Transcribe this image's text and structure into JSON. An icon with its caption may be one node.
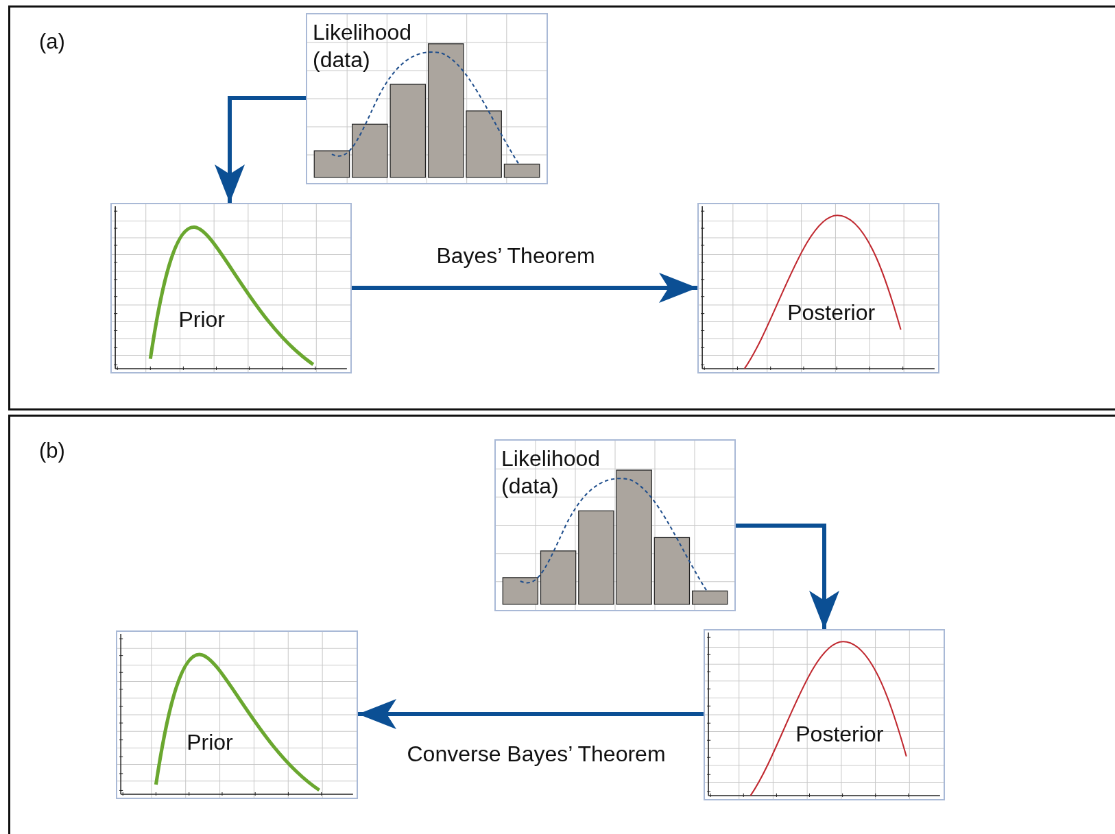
{
  "diagram": {
    "nodes": [
      {
        "text": [
          "(a)"
        ]
      },
      {
        "text": [
          "Likelihood (data)"
        ],
        "in": 0
      },
      {
        "text": [
          "Prior"
        ],
        "in": 0
      },
      {
        "text": [
          "Posterior"
        ],
        "in": 0
      },
      {
        "text": [
          "(b)"
        ]
      },
      {
        "text": [
          "Likelihood (data)"
        ],
        "in": 4
      },
      {
        "text": [
          "Prior"
        ],
        "in": 4
      },
      {
        "text": [
          "Posterior"
        ],
        "in": 4
      }
    ],
    "edges": [
      {
        "from": 1,
        "to": 2,
        "arrow": "to"
      },
      {
        "from": 2,
        "to": 3,
        "arrow": "to",
        "label": "Bayes’ Theorem"
      },
      {
        "from": 5,
        "to": 7,
        "arrow": "to"
      },
      {
        "from": 7,
        "to": 6,
        "arrow": "to",
        "label": "Converse Bayes’ Theorem"
      }
    ]
  }
}
